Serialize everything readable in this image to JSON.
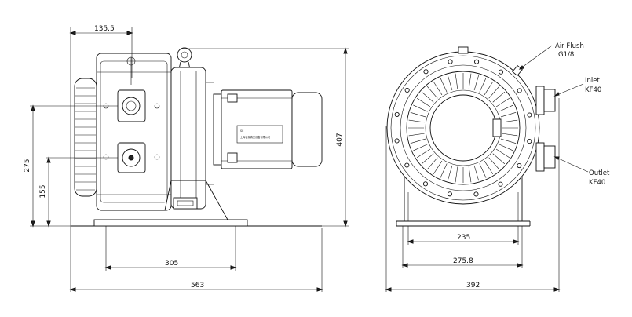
{
  "dimensions": {
    "d_135_5": "135.5",
    "d_407": "407",
    "d_275": "275",
    "d_155": "155",
    "d_305": "305",
    "d_563": "563",
    "d_235": "235",
    "d_275_8": "275.8",
    "d_392": "392"
  },
  "callouts": {
    "air_flush_line1": "Air Flush",
    "air_flush_line2": "G1/8",
    "inlet_line1": "Inlet",
    "inlet_line2": "KF40",
    "outlet_line1": "Outlet",
    "outlet_line2": "KF40"
  },
  "motor_label": {
    "line1": "SC",
    "line2": "上海谷景真空设备有限公司"
  },
  "colors": {
    "line": "#111111",
    "background": "#ffffff"
  }
}
